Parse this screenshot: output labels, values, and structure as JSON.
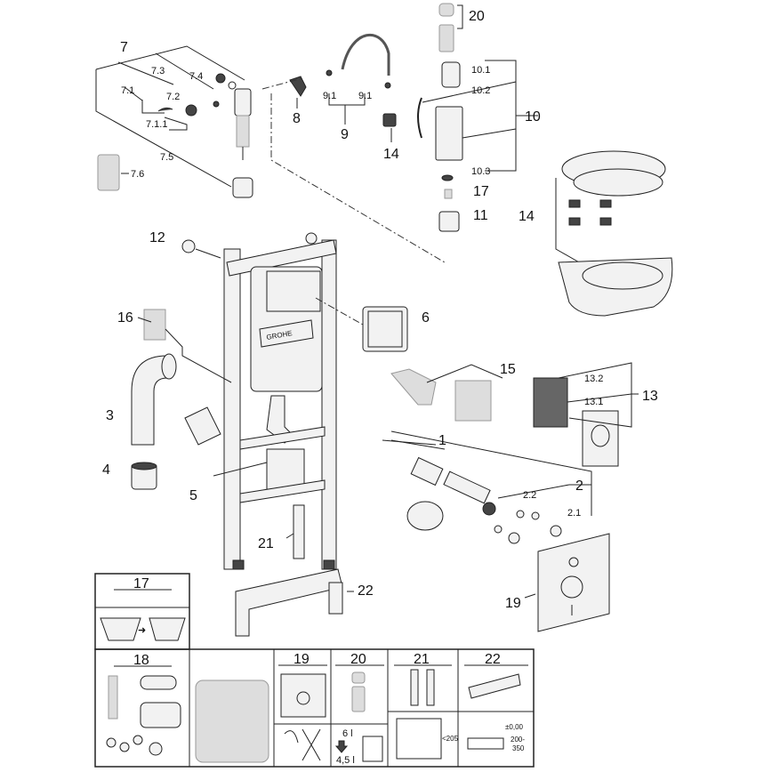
{
  "callouts": {
    "c7": "7",
    "c7_1": "7.1",
    "c7_1_1": "7.1.1",
    "c7_2": "7.2",
    "c7_3": "7.3",
    "c7_4": "7.4",
    "c7_5": "7.5",
    "c7_6": "7.6",
    "c8": "8",
    "c9": "9",
    "c9_1a": "9.1",
    "c9_1b": "9.1",
    "c14a": "14",
    "c20": "20",
    "c10": "10",
    "c10_1": "10.1",
    "c10_2": "10.2",
    "c10_3": "10.3",
    "c17": "17",
    "c11": "11",
    "c14b": "14",
    "c12": "12",
    "c6": "6",
    "c16": "16",
    "c15": "15",
    "c13": "13",
    "c13_1": "13.1",
    "c13_2": "13.2",
    "c3": "3",
    "c4": "4",
    "c5": "5",
    "c1": "1",
    "c2": "2",
    "c2_1": "2.1",
    "c2_2": "2.2",
    "c21": "21",
    "c22": "22",
    "c19": "19"
  },
  "brand_plate": "GROHE",
  "legend": {
    "p17": "17",
    "p18": "18",
    "p19": "19",
    "p20": "20",
    "p21": "21",
    "p22": "22",
    "flush_full": "6 l",
    "flush_partial": "4,5 l",
    "dim_205": "<205",
    "dim_zero": "±0,00",
    "dim_200": "200-",
    "dim_350": "350"
  }
}
